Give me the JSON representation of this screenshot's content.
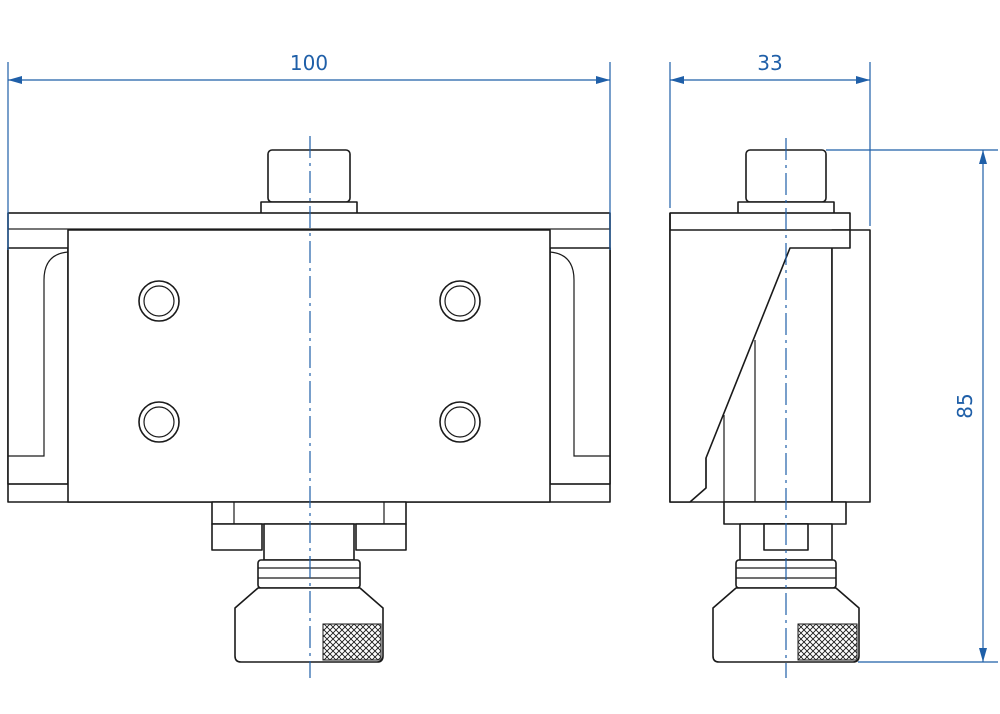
{
  "dimensions": {
    "width_front": "100",
    "width_side": "33",
    "height": "85"
  },
  "colors": {
    "dimension": "#1f5fa8",
    "outline": "#1a1a1a",
    "hidden": "#9a9a9a"
  }
}
